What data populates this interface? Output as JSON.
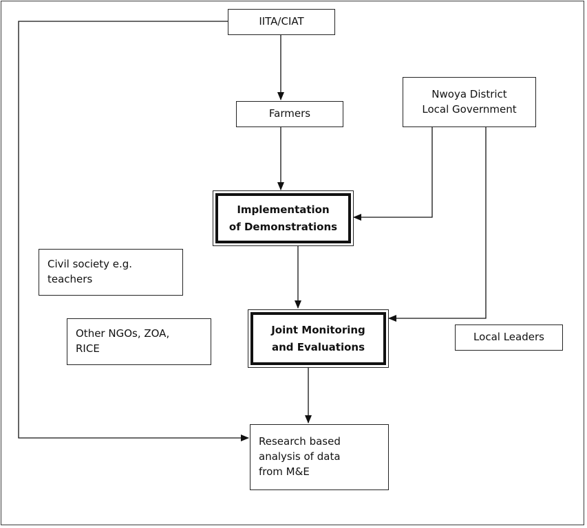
{
  "nodes": {
    "iita": {
      "label": "IITA/CIAT"
    },
    "farmers": {
      "label": "Farmers"
    },
    "nwoya": {
      "line1": "Nwoya District",
      "line2": "Local Government"
    },
    "implementation": {
      "line1": "Implementation",
      "line2": "of Demonstrations"
    },
    "civil": {
      "line1": "Civil society e.g.",
      "line2": "teachers"
    },
    "joint": {
      "line1": "Joint Monitoring",
      "line2": "and Evaluations"
    },
    "ngos": {
      "line1": "Other NGOs, ZOA,",
      "line2": "RICE"
    },
    "leaders": {
      "label": "Local Leaders"
    },
    "research": {
      "line1": "Research based",
      "line2": "analysis of data",
      "line3": "from M&E"
    }
  },
  "edges": [
    {
      "from": "IITA/CIAT",
      "to": "Farmers"
    },
    {
      "from": "Farmers",
      "to": "Implementation of Demonstrations"
    },
    {
      "from": "Nwoya District Local Government",
      "to": "Implementation of Demonstrations"
    },
    {
      "from": "Nwoya District Local Government",
      "to": "Joint Monitoring and Evaluations"
    },
    {
      "from": "Implementation of Demonstrations",
      "to": "Joint Monitoring and Evaluations"
    },
    {
      "from": "Joint Monitoring and Evaluations",
      "to": "Research based analysis of data from M&E"
    },
    {
      "from": "IITA/CIAT",
      "to": "Research based analysis of data from M&E"
    }
  ]
}
